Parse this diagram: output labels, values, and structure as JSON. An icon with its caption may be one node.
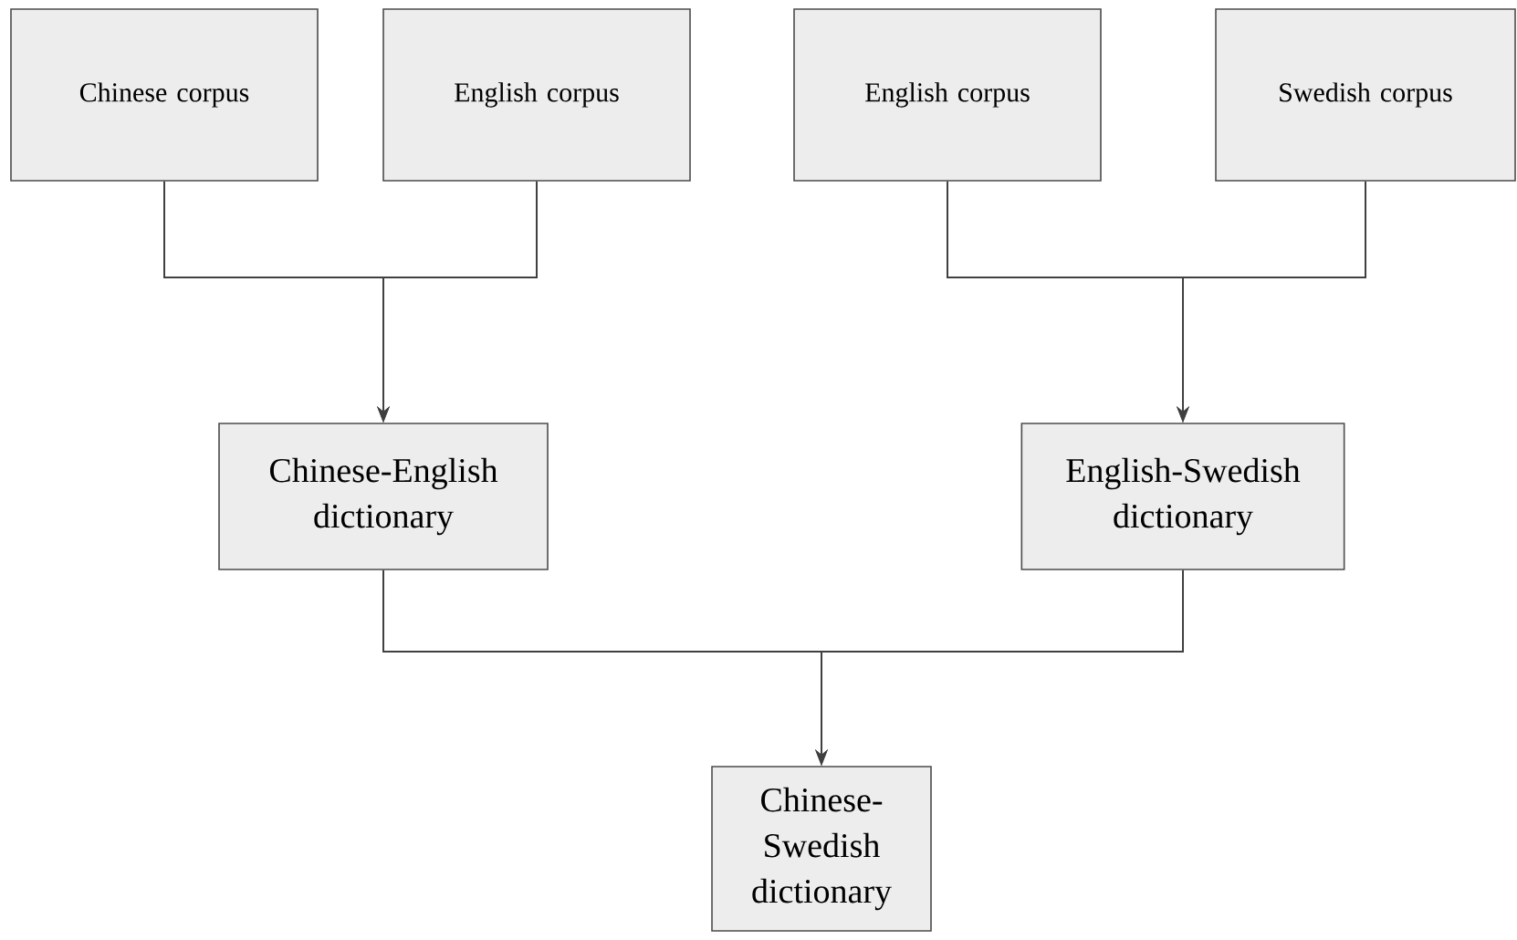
{
  "diagram": {
    "nodes": [
      {
        "text": [
          "Chinese corpus"
        ]
      },
      {
        "text": [
          "English corpus"
        ]
      },
      {
        "text": [
          "English corpus"
        ]
      },
      {
        "text": [
          "Swedish corpus"
        ]
      },
      {
        "text": [
          "Chinese-English dictionary"
        ]
      },
      {
        "text": [
          "English-Swedish dictionary"
        ]
      },
      {
        "text": [
          "Chinese-Swedish dictionary"
        ]
      }
    ],
    "edges": [
      {
        "from": 0,
        "to": 4,
        "arrow": "to"
      },
      {
        "from": 1,
        "to": 4,
        "arrow": "to"
      },
      {
        "from": 2,
        "to": 5,
        "arrow": "to"
      },
      {
        "from": 3,
        "to": 5,
        "arrow": "to"
      },
      {
        "from": 4,
        "to": 6,
        "arrow": "to"
      },
      {
        "from": 5,
        "to": 6,
        "arrow": "to"
      }
    ]
  }
}
